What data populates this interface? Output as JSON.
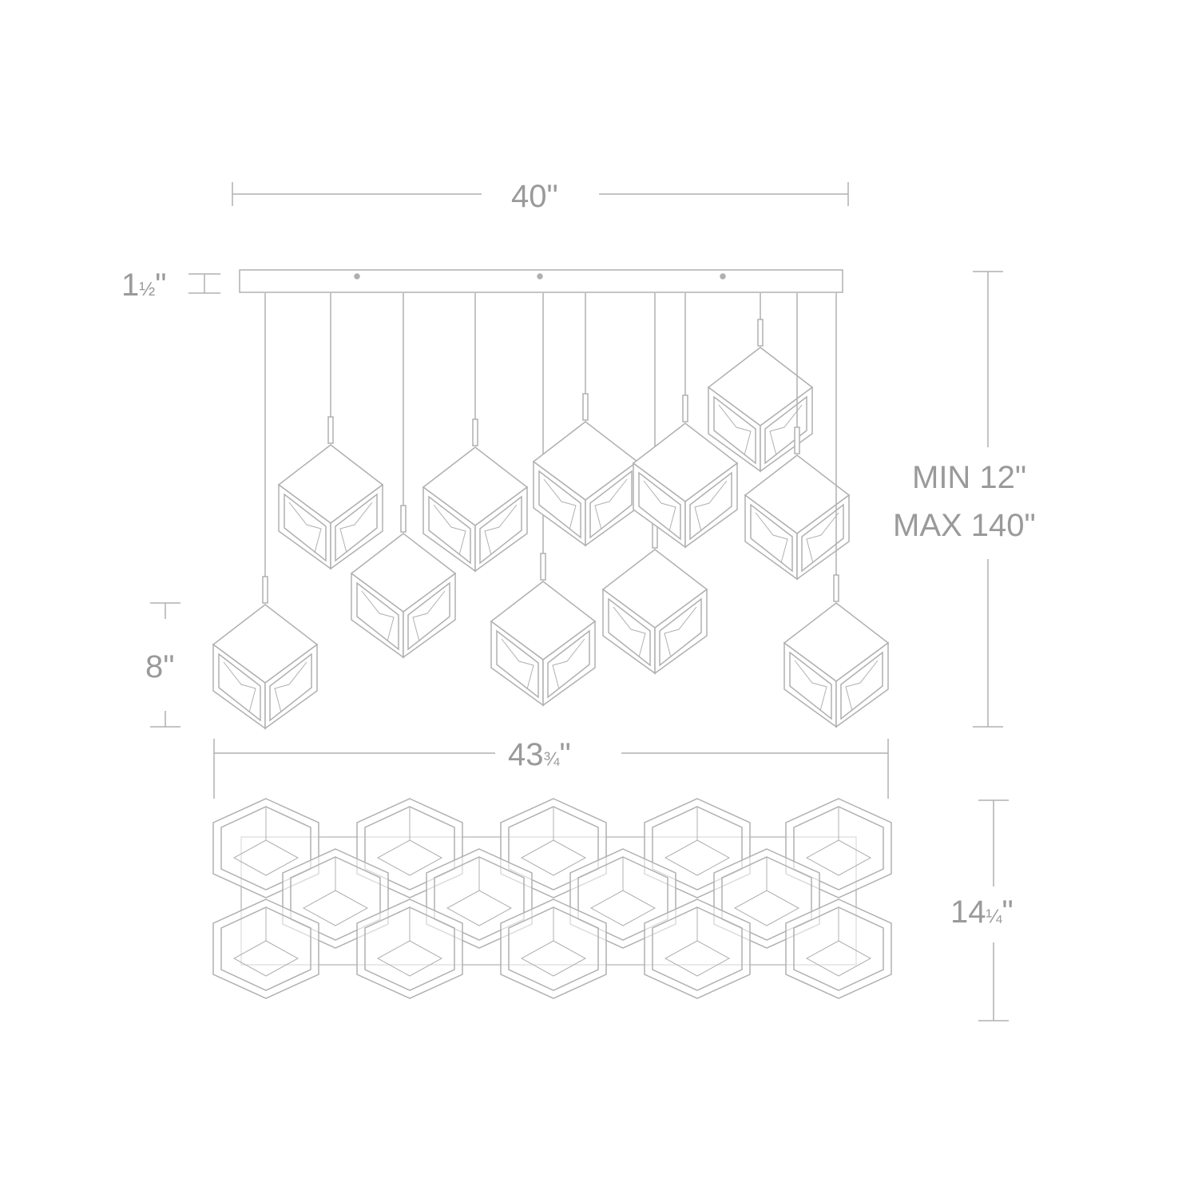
{
  "dimensions": {
    "canopy_length": "40\"",
    "canopy_height": {
      "whole": "1",
      "fraction": "½",
      "unit": "\""
    },
    "pendant_height": "8\"",
    "overall_height_min": "MIN 12\"",
    "overall_height_max": "MAX 140\"",
    "overall_length": {
      "whole": "43",
      "fraction": "¾",
      "unit": "\""
    },
    "overall_width": {
      "whole": "14",
      "fraction": "¼",
      "unit": "\""
    }
  },
  "colors": {
    "line": "#b0b0b0",
    "text": "#9a9a9a"
  }
}
